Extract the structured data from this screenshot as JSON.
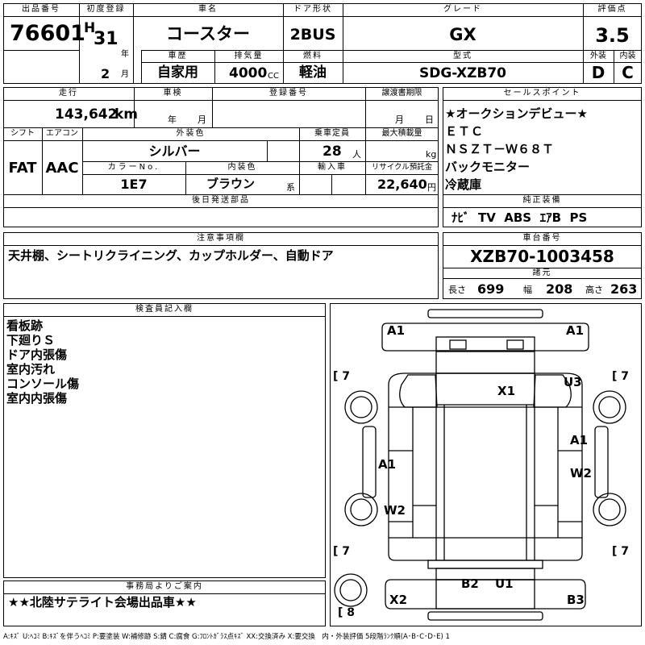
{
  "header": {
    "lot_label": "出品番号",
    "lot": "76601",
    "reg_label": "初度登録",
    "era": "H",
    "year": "31",
    "year_unit": "年",
    "month": "2",
    "month_unit": "月",
    "name_label": "車名",
    "name": "コースター",
    "door_label": "ドア形状",
    "door": "2BUS",
    "grade_label": "グレード",
    "grade": "GX",
    "score_label": "評価点",
    "score": "3.5",
    "history_label": "車歴",
    "history": "自家用",
    "disp_label": "排気量",
    "disp": "4000",
    "disp_unit": "CC",
    "fuel_label": "燃料",
    "fuel": "軽油",
    "model_label": "型式",
    "model": "SDG-XZB70",
    "ext_label": "外装",
    "ext": "D",
    "int_label": "内装",
    "int": "C"
  },
  "specs": {
    "mileage_label": "走行",
    "mileage": "143,642",
    "mileage_unit": "km",
    "inspection_label": "車検",
    "insp_year_unit": "年",
    "insp_month_unit": "月",
    "plate_label": "登録番号",
    "transfer_label": "譲渡書期限",
    "transfer_month_unit": "月",
    "transfer_day_unit": "日",
    "shift_label": "シフト",
    "shift": "FAT",
    "ac_label": "エアコン",
    "ac": "AAC",
    "color_label": "外装色",
    "color": "シルバー",
    "capacity_label": "乗車定員",
    "capacity": "28",
    "capacity_unit": "人",
    "load_label": "最大積載量",
    "load_unit": "kg",
    "color_no_label": "カラーNo.",
    "color_no": "1E7",
    "int_color_label": "内装色",
    "int_color": "ブラウン",
    "int_color_unit": "系",
    "import_label": "輸入車",
    "recycle_label": "リサイクル預託金",
    "recycle": "22,640",
    "recycle_unit": "円",
    "later_label": "後日発送部品"
  },
  "sales_points": {
    "label": "セールスポイント",
    "items": [
      "★オークションデビュー★",
      "ＥＴＣ",
      "ＮＳＺＴ－Ｗ６８Ｔ",
      "バックモニター",
      "冷蔵庫"
    ]
  },
  "equipment": {
    "label": "純正装備",
    "items": [
      "ﾅﾋﾞ",
      "TV",
      "ABS",
      "ｴｱB",
      "PS"
    ]
  },
  "notes": {
    "label": "注意事項欄",
    "text": "天井棚、シートリクライニング、カップホルダー、自動ドア"
  },
  "chassis": {
    "label": "車台番号",
    "number": "XZB70-1003458",
    "dims_label": "諸元",
    "length_label": "長さ",
    "length": "699",
    "width_label": "幅",
    "width": "208",
    "height_label": "高さ",
    "height": "263"
  },
  "inspector": {
    "label": "検査員記入欄",
    "items": [
      "看板跡",
      "下廻りＳ",
      "ドア内張傷",
      "室内汚れ",
      "コンソール傷",
      "室内内張傷"
    ]
  },
  "office": {
    "label": "事務局よりご案内",
    "text": "★★北陸サテライト会場出品車★★"
  },
  "diagram": {
    "marks": {
      "front_left": "A1",
      "front_right": "A1",
      "x1": "X1",
      "u3": "U3",
      "right_a1": "A1",
      "left_a1": "A1",
      "right_w2": "W2",
      "left_w2": "W2",
      "rear_b2": "B2",
      "rear_u1": "U1",
      "rear_left": "X2",
      "rear_right": "B3"
    },
    "tires": {
      "front_left": "7",
      "front_right": "7",
      "rear_left": "7",
      "rear_right": "7",
      "spare": "8"
    }
  },
  "legend": "A:ｷｽﾞ U:ﾍｺﾐ B:ｷｽﾞを伴うﾍｺﾐ P:要塗装 W:補修跡 S:錆 C:腐食 G:ﾌﾛﾝﾄｶﾞﾗｽ点ｷｽﾞ XX:交換済み X:要交換　内・外装評価 5段階ﾗﾝｸ順(A･B･C･D･E) 1"
}
